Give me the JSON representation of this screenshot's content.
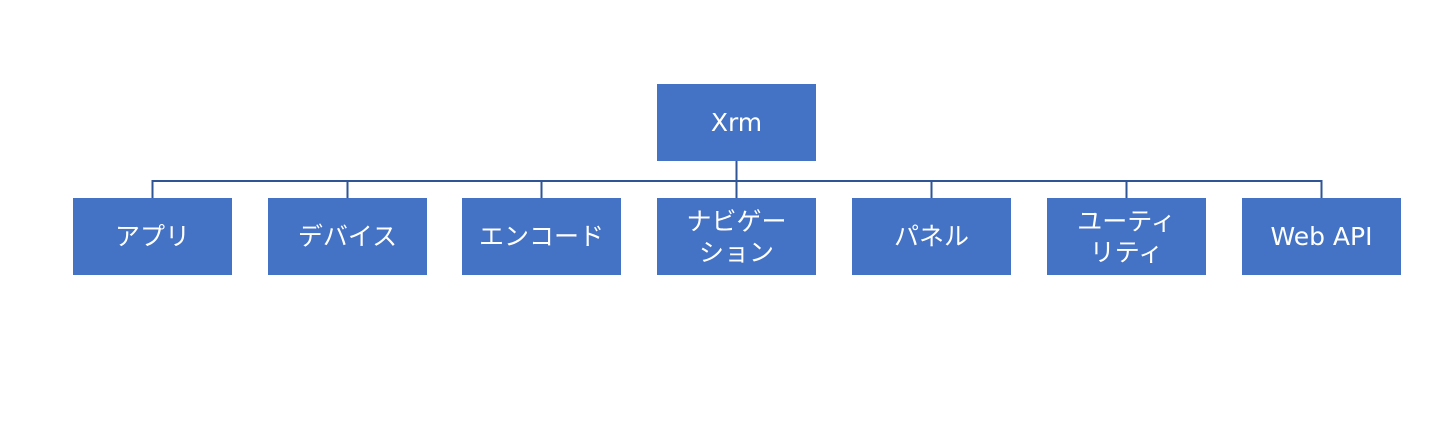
{
  "colors": {
    "node_fill": "#4472c4",
    "connector": "#2f5597",
    "text": "#ffffff"
  },
  "diagram": {
    "type": "org-chart",
    "root": {
      "label": "Xrm"
    },
    "children": [
      {
        "label": "アプリ"
      },
      {
        "label": "デバイス"
      },
      {
        "label": "エンコード"
      },
      {
        "label": "ナビゲー\nション"
      },
      {
        "label": "パネル"
      },
      {
        "label": "ユーティ\nリティ"
      },
      {
        "label": "Web API"
      }
    ]
  }
}
